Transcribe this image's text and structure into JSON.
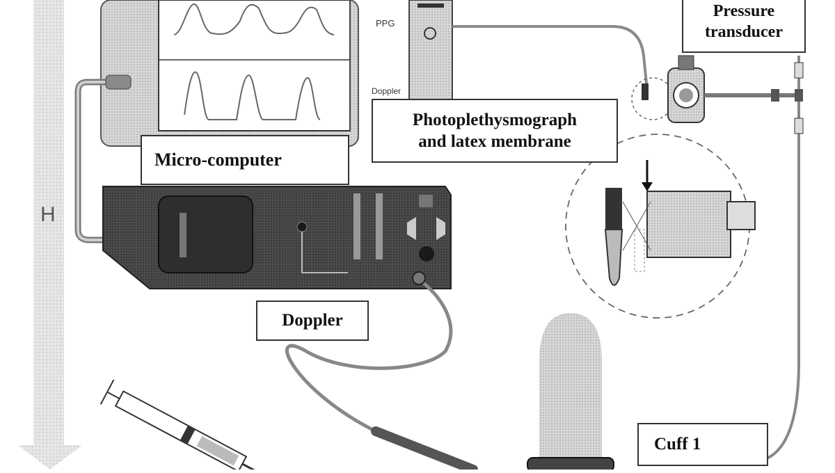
{
  "diagram": {
    "labels": {
      "pressure_transducer": "Pressure\ntransducer",
      "photoplethysmograph": "Photoplethysmograph\nand latex membrane",
      "micro_computer": "Micro-computer",
      "doppler": "Doppler",
      "cuff": "Cuff 1"
    },
    "screen_labels": {
      "ppg": "PPG",
      "doppler": "Doppler"
    },
    "axis": {
      "height_letter": "H"
    }
  },
  "colors": {
    "device_dark": "#4a4a4a",
    "device_mid": "#6b6b6b",
    "panel_light": "#d9d9d9",
    "wire": "#8a8a8a",
    "arrow": "#c8c8c8",
    "penis": "#bdbdbd"
  }
}
